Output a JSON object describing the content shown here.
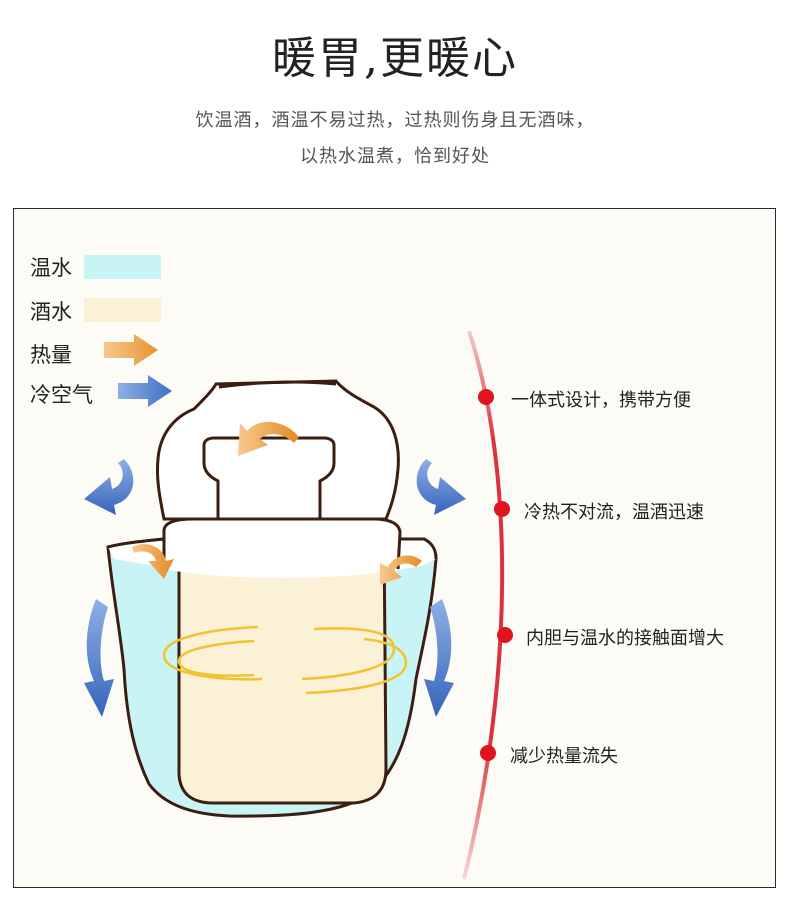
{
  "heading": {
    "title": "暖胃,更暖心",
    "subtitle_line1": "饮温酒，酒温不易过热，过热则伤身且无酒味，",
    "subtitle_line2": "以热水温煮，恰到好处"
  },
  "legend": [
    {
      "label": "温水",
      "color": "#c9f4f6"
    },
    {
      "label": "酒水",
      "color": "#fbf1d6"
    },
    {
      "label": "热量",
      "icon": "heat-arrow-icon",
      "color": "#e8922f"
    },
    {
      "label": "冷空气",
      "icon": "cold-air-arrow-icon",
      "color": "#3d6fc4"
    }
  ],
  "features": [
    {
      "label": "一体式设计，携带方便"
    },
    {
      "label": "冷热不对流，温酒迅速"
    },
    {
      "label": "内胆与温水的接触面增大"
    },
    {
      "label": "减少热量流失"
    }
  ],
  "colors": {
    "accent_red": "#e0141e",
    "warm_water": "#c9f4f6",
    "wine": "#fbf1d6",
    "heat": "#e8922f",
    "cold_air": "#3d6fc4",
    "outline": "#3b1e12",
    "heat_ring": "#f2c230"
  }
}
